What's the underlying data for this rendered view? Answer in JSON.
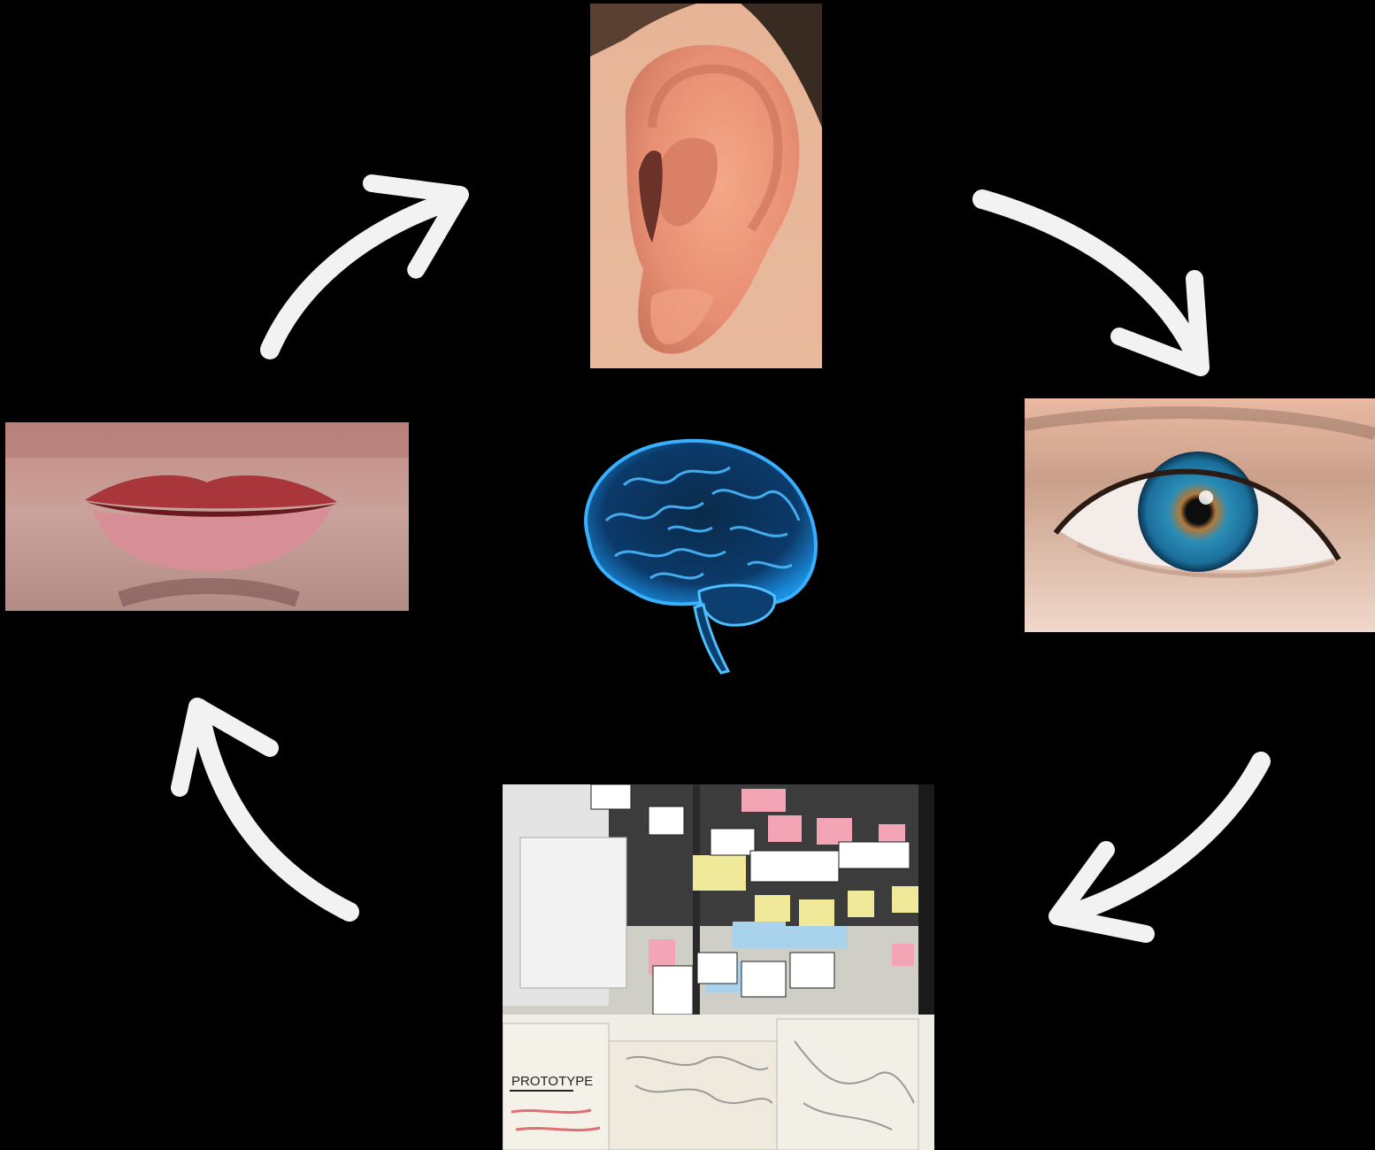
{
  "diagram": {
    "type": "cycle",
    "nodes": [
      {
        "id": "ear",
        "icon": "ear-photo"
      },
      {
        "id": "eye",
        "icon": "eye-photo"
      },
      {
        "id": "wall",
        "icon": "sticky-note-wall-photo"
      },
      {
        "id": "mouth",
        "icon": "mouth-photo"
      },
      {
        "id": "brain",
        "icon": "brain-illustration"
      }
    ],
    "edges": [
      {
        "from": "mouth",
        "to": "ear"
      },
      {
        "from": "ear",
        "to": "eye"
      },
      {
        "from": "eye",
        "to": "wall"
      },
      {
        "from": "wall",
        "to": "mouth"
      }
    ]
  },
  "wall_text": {
    "prototype_heading": "PROTOTYPE"
  },
  "colors": {
    "background": "#000000",
    "arrow": "#f2f2f2",
    "brain": "#1a8fe0"
  }
}
